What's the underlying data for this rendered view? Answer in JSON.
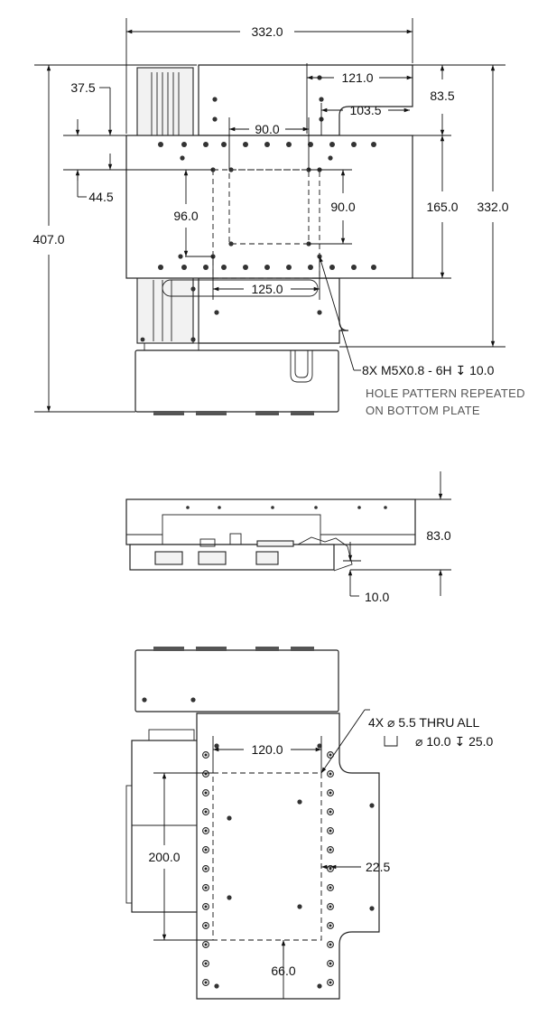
{
  "top_view": {
    "dims": {
      "overall_width": "332.0",
      "offset_121": "121.0",
      "offset_103": "103.5",
      "depth_83": "83.5",
      "pattern_90_h": "90.0",
      "pattern_90_v": "90.0",
      "offset_37": "37.5",
      "offset_44": "44.5",
      "pattern_96": "96.0",
      "overall_height": "407.0",
      "plate_165": "165.0",
      "plate_332": "332.0",
      "pattern_125": "125.0"
    },
    "callout": "8X M5X0.8 - 6H ↧ 10.0",
    "note_line1": "HOLE PATTERN REPEATED",
    "note_line2": "ON BOTTOM PLATE"
  },
  "side_view": {
    "dims": {
      "height_83": "83.0",
      "offset_10": "10.0"
    }
  },
  "bottom_view": {
    "callout_line1": "4X ⌀ 5.5 THRU ALL",
    "callout_line2": "⌀ 10.0 ↧ 25.0",
    "dims": {
      "pattern_120": "120.0",
      "pattern_200": "200.0",
      "offset_22": "22.5",
      "offset_66": "66.0"
    }
  }
}
